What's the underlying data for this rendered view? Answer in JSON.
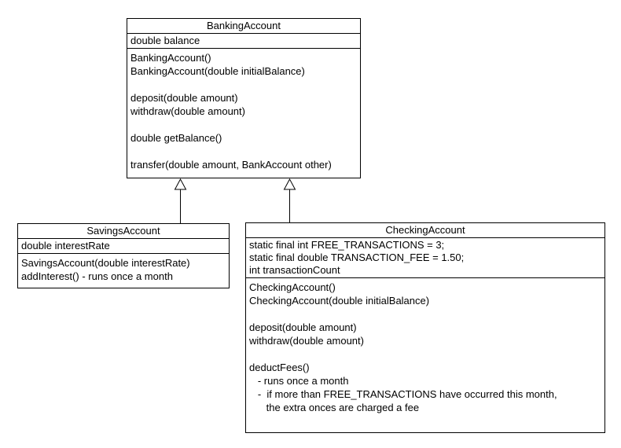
{
  "diagram": {
    "type": "uml-class-diagram",
    "colors": {
      "border": "#000000",
      "background": "#ffffff",
      "text": "#000000"
    },
    "classes": [
      {
        "name": "BankingAccount",
        "attributes": [
          "double balance"
        ],
        "methods": [
          "BankingAccount()",
          "BankingAccount(double initialBalance)",
          "",
          "deposit(double amount)",
          "withdraw(double amount)",
          "",
          "double getBalance()",
          "",
          "transfer(double amount, BankAccount other)"
        ]
      },
      {
        "name": "SavingsAccount",
        "attributes": [
          "double interestRate"
        ],
        "methods": [
          "SavingsAccount(double interestRate)",
          "addInterest() - runs once a month"
        ]
      },
      {
        "name": "CheckingAccount",
        "attributes": [
          "static final int FREE_TRANSACTIONS = 3;",
          "static final double TRANSACTION_FEE = 1.50;",
          "int transactionCount"
        ],
        "methods": [
          "CheckingAccount()",
          "CheckingAccount(double initialBalance)",
          "",
          "deposit(double amount)",
          "withdraw(double amount)",
          "",
          "deductFees()",
          "   - runs once a month",
          "   -  if more than FREE_TRANSACTIONS have occurred this month,",
          "      the extra onces are charged a fee"
        ]
      }
    ],
    "relationships": [
      {
        "type": "generalization",
        "from": "SavingsAccount",
        "to": "BankingAccount"
      },
      {
        "type": "generalization",
        "from": "CheckingAccount",
        "to": "BankingAccount"
      }
    ]
  }
}
